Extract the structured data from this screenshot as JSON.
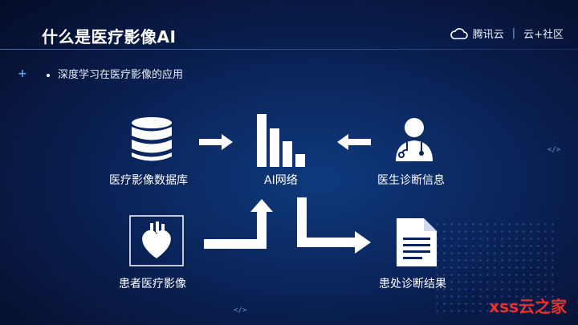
{
  "slide": {
    "title": "什么是医疗影像AI",
    "bullet": "深度学习在医疗影像的应用"
  },
  "brand": {
    "name": "腾讯云",
    "separator": "|",
    "suffix": "云+社区"
  },
  "nodes": {
    "database": "医疗影像数据库",
    "network": "AI网络",
    "doctor": "医生诊断信息",
    "patient": "患者医疗影像",
    "result": "患处诊断结果"
  },
  "decor": {
    "code_mark": "</>"
  },
  "watermark": "xss云之家",
  "colors": {
    "background": "#0a2358",
    "accent": "#5aa0ff",
    "icon": "#ffffff",
    "watermark": "#e8322e"
  }
}
